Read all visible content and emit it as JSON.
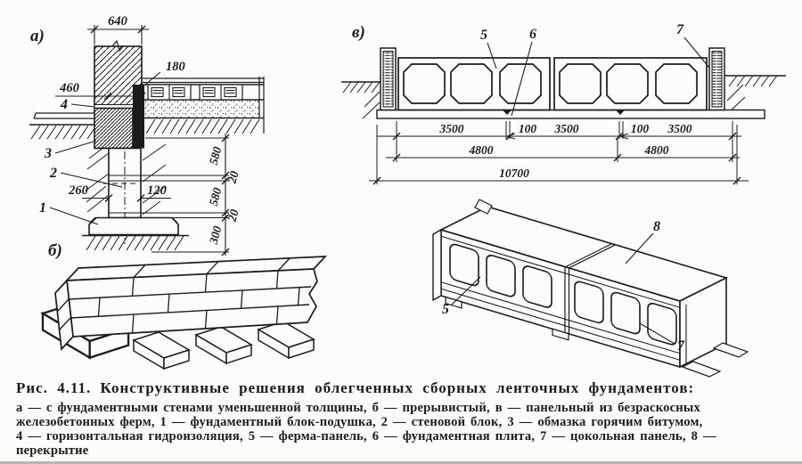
{
  "colors": {
    "ink": "#1c1c1c",
    "paper": "#fcfcfa"
  },
  "caption": {
    "title": "Рис. 4.11. Конструктивные решения облегченных сборных ленточных фундаментов:",
    "lines": [
      "а — с фундаментными стенами уменьшенной толщины, б — прерывистый, в — панельный из безраскосных",
      "железобетонных ферм, 1 — фундаментный блок-подушка, 2 — стеновой блок, 3 — обмазка горячим битумом,",
      "4 — горизонтальная гидроизоляция, 5 — ферма-панель, 6 — фундаментная плита, 7 — цокольная панель, 8 —",
      "перекрытие"
    ]
  },
  "section_a": {
    "label": "а)",
    "dim_640": "640",
    "dim_180": "180",
    "dim_460": "460",
    "dim_260": "260",
    "dim_120": "120",
    "dim_580_top": "580",
    "dim_20_top": "20",
    "dim_580_bottom": "580",
    "dim_20_bottom": "20",
    "dim_300": "300",
    "callout_1": "1",
    "callout_2": "2",
    "callout_3": "3",
    "callout_4": "4"
  },
  "section_b": {
    "label": "б)"
  },
  "section_v": {
    "label": "в)",
    "callout_5": "5",
    "callout_6": "6",
    "callout_7": "7",
    "dims_row1": [
      "3500",
      "100",
      "3500",
      "100",
      "3500"
    ],
    "dims_row2": [
      "4800",
      "4800"
    ],
    "dim_total": "10700"
  },
  "section_iso": {
    "callout_5": "5",
    "callout_7": "7",
    "callout_8": "8"
  }
}
